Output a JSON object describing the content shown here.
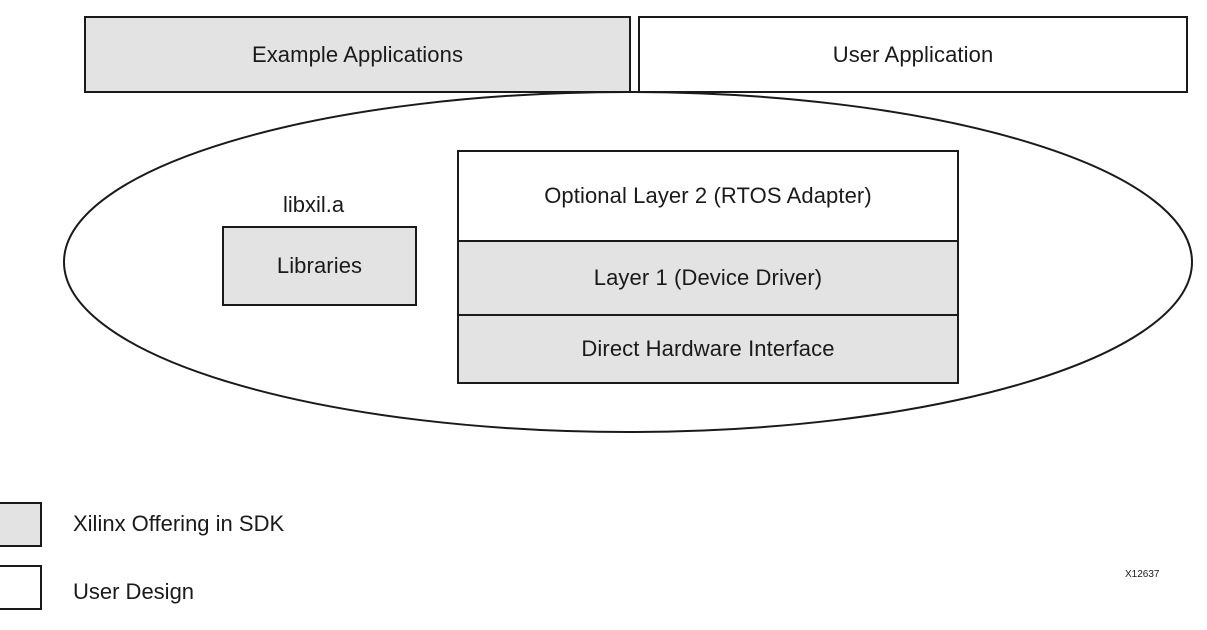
{
  "top_row": {
    "example_apps": "Example Applications",
    "user_app": "User Application"
  },
  "library_group": {
    "archive_name": "libxil.a",
    "libraries": "Libraries"
  },
  "driver_stack": {
    "layer2": "Optional Layer 2 (RTOS Adapter)",
    "layer1": "Layer 1 (Device Driver)",
    "layer0": "Direct Hardware Interface"
  },
  "legend": {
    "xilinx_offering": "Xilinx Offering in SDK",
    "user_design": "User Design"
  },
  "figure_id": "X12637",
  "colors": {
    "xilinx_fill": "#e3e3e3",
    "user_fill": "#ffffff",
    "stroke": "#1a1a1a"
  }
}
